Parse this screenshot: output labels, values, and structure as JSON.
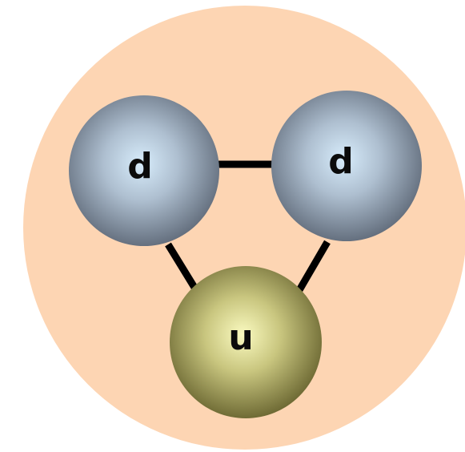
{
  "diagram": {
    "colors": {
      "hadron_fill": "#fdd5b3",
      "bond": "#000000",
      "down_quark_center": "#d7ecfb",
      "down_quark_edge": "#65707f",
      "up_quark_center": "#fafac0",
      "up_quark_edge": "#6f6b35"
    },
    "quarks": [
      {
        "label": "d",
        "flavor": "down"
      },
      {
        "label": "d",
        "flavor": "down"
      },
      {
        "label": "u",
        "flavor": "up"
      }
    ]
  }
}
